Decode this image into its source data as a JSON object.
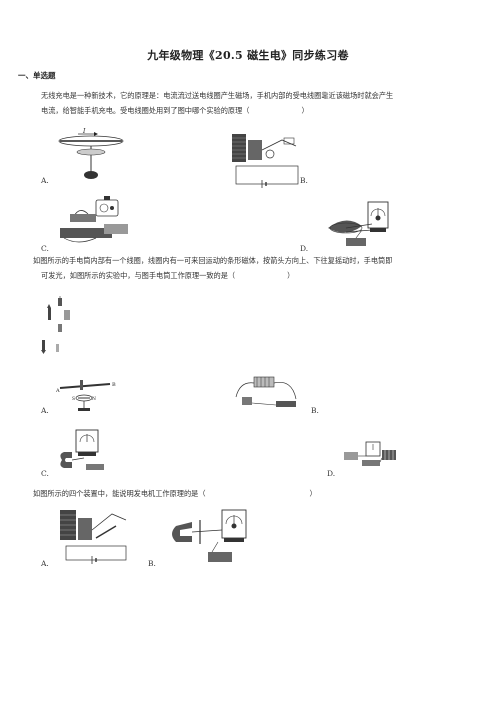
{
  "doc": {
    "title": "九年级物理《20.5  磁生电》同步练习卷",
    "section": "一、单选题"
  },
  "q1": {
    "text_line1": "无线充电是一种新技术，它的原理是：电流流过送电线圈产生磁场，手机内部的受电线圈靠近该磁场时就会产生",
    "text_line2": "电流，给智能手机充电。受电线圈处用到了图中哪个实验的原理（",
    "paren_close": "）",
    "labels": {
      "a": "A.",
      "b": "B.",
      "c": "C.",
      "d": "D."
    },
    "fig_a_label": "I"
  },
  "q2": {
    "text_line1": "如图所示的手电筒内部有一个线圈，线圈内有一可来回运动的条形磁体，按箭头方向上、下往复摇动时，手电筒即",
    "text_line2": "可发光，如图所示的实验中，与图手电筒工作原理一致的是（",
    "paren_close": "）",
    "labels": {
      "a": "A.",
      "b": "B.",
      "c": "C.",
      "d": "D."
    },
    "fig_a_text": {
      "left": "A",
      "right": "B",
      "s": "S",
      "n": "N"
    }
  },
  "q3": {
    "text": "如图所示的四个装置中，能说明发电机工作原理的是（",
    "paren_close": "）",
    "labels": {
      "a": "A.",
      "b": "B."
    }
  }
}
